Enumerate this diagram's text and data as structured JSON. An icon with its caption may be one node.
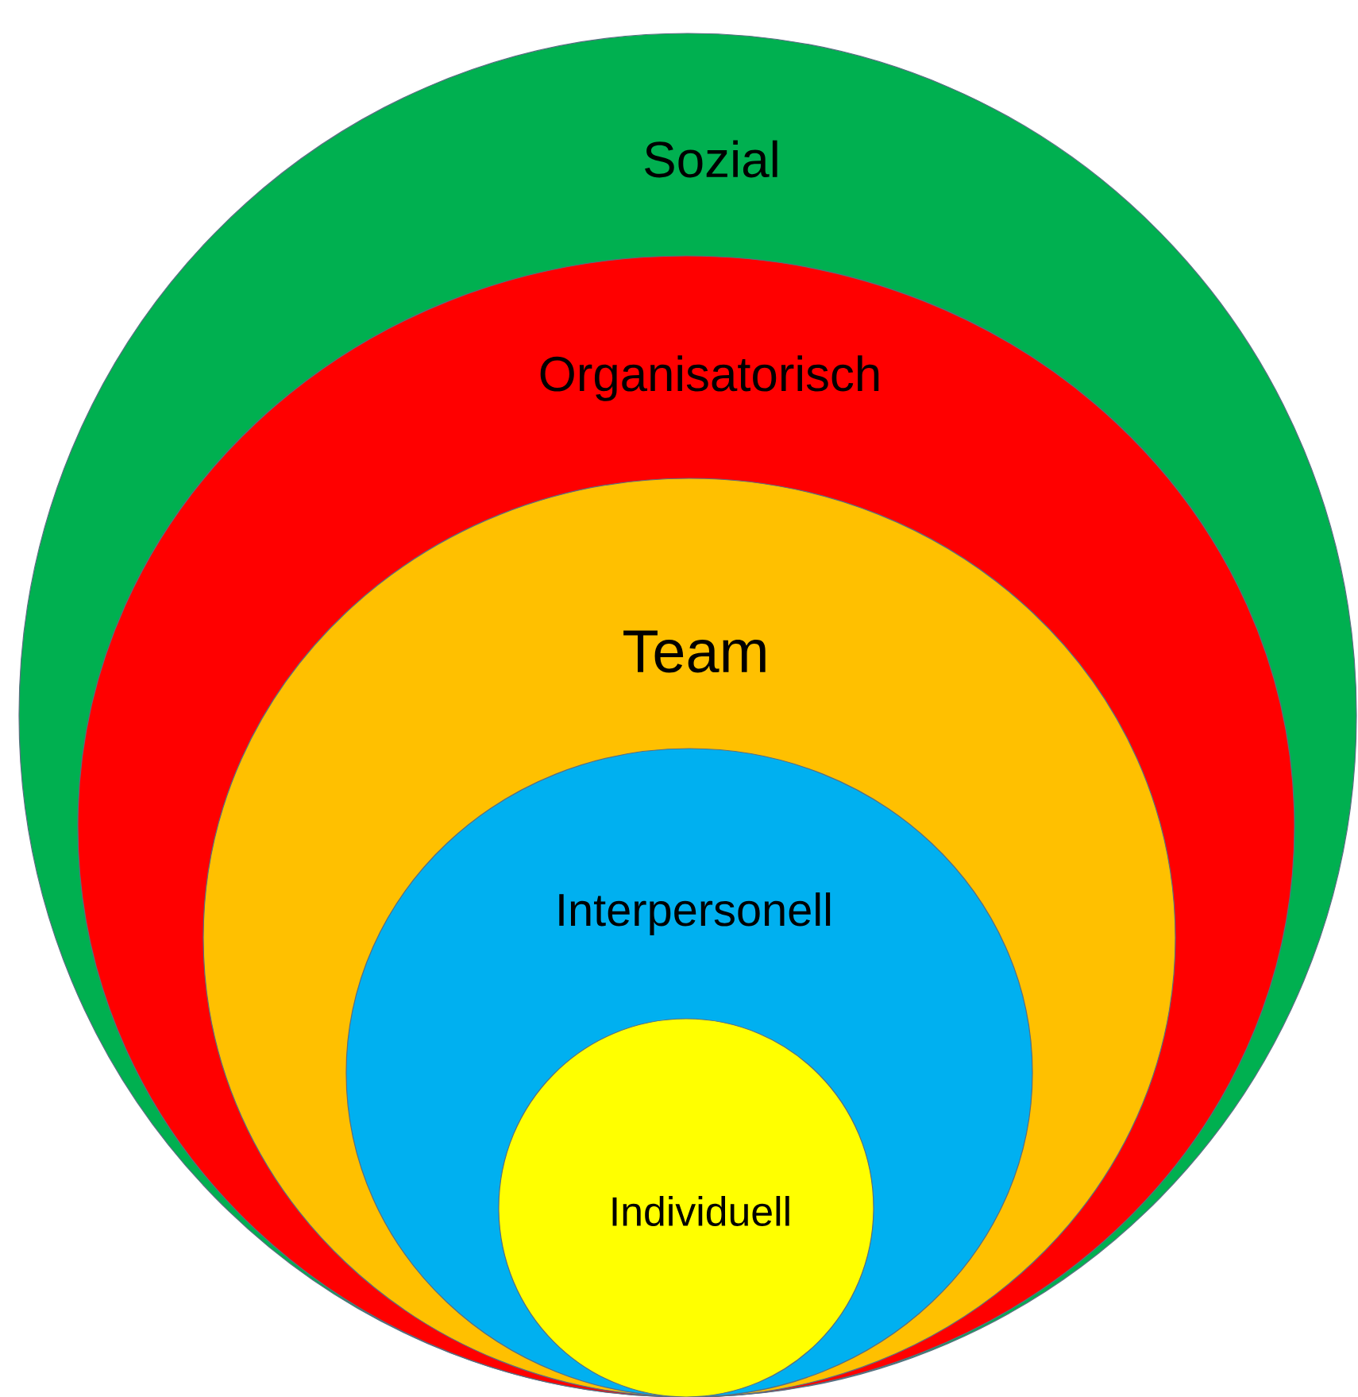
{
  "diagram": {
    "nodes": [
      {
        "text": [
          "Sozial"
        ]
      },
      {
        "text": [
          "Organisatorisch"
        ],
        "in": 0
      },
      {
        "text": [
          "Team"
        ],
        "in": 1
      },
      {
        "text": [
          "Interpersonell"
        ],
        "in": 2
      },
      {
        "text": [
          "Individuell"
        ],
        "in": 3
      }
    ]
  }
}
